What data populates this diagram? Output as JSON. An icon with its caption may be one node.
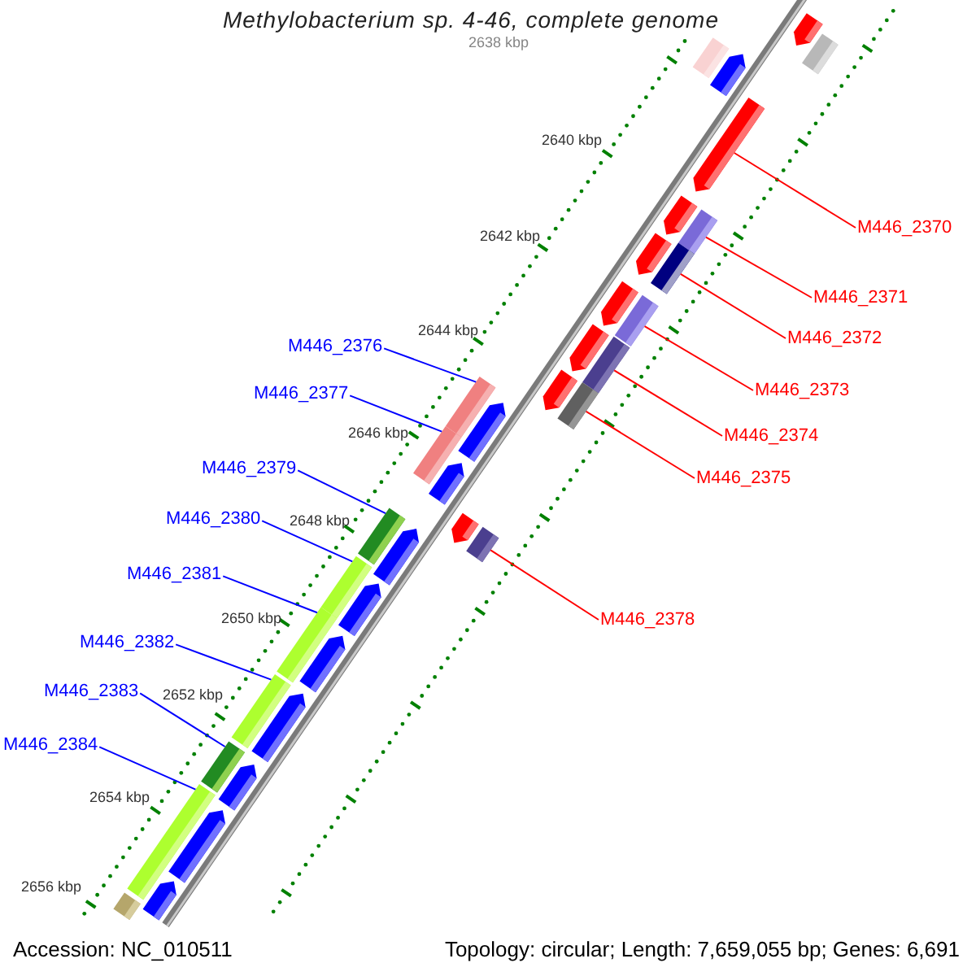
{
  "diagram": {
    "title": "Methylobacterium sp. 4-46, complete genome",
    "nodes": [
      {
        "text": [
          "M446_2370"
        ]
      },
      {
        "text": [
          "M446_2371"
        ]
      },
      {
        "text": [
          "M446_2372"
        ]
      },
      {
        "text": [
          "M446_2373"
        ]
      },
      {
        "text": [
          "M446_2374"
        ]
      },
      {
        "text": [
          "M446_2375"
        ]
      },
      {
        "text": [
          "M446_2376"
        ]
      },
      {
        "text": [
          "M446_2377"
        ]
      },
      {
        "text": [
          "M446_2378"
        ]
      },
      {
        "text": [
          "M446_2379"
        ]
      },
      {
        "text": [
          "M446_2380"
        ]
      },
      {
        "text": [
          "M446_2381"
        ]
      },
      {
        "text": [
          "M446_2382"
        ]
      },
      {
        "text": [
          "M446_2383"
        ]
      },
      {
        "text": [
          "M446_2384"
        ]
      },
      {
        "text": [],
        "shape": "arrow"
      },
      {
        "text": [],
        "shape": "box"
      },
      {
        "text": [],
        "shape": "box"
      },
      {
        "text": [],
        "shape": "box"
      },
      {
        "text": [],
        "shape": "box"
      },
      {
        "text": [],
        "shape": "box"
      },
      {
        "text": [],
        "shape": "box"
      },
      {
        "text": [],
        "shape": "box"
      },
      {
        "text": [],
        "shape": "box"
      },
      {
        "text": [],
        "shape": "box"
      },
      {
        "text": [],
        "shape": "box"
      },
      {
        "text": [],
        "shape": "box"
      },
      {
        "text": [],
        "shape": "box"
      },
      {
        "text": [],
        "shape": "box"
      },
      {
        "text": [],
        "shape": "box"
      }
    ],
    "edges": [
      {
        "from": 0,
        "to": 15,
        "arrow": "none",
        "color": "#ff0000"
      },
      {
        "from": 1,
        "to": 16,
        "arrow": "none",
        "color": "#ff0000"
      },
      {
        "from": 2,
        "to": 17,
        "arrow": "none",
        "color": "#ff0000"
      },
      {
        "from": 3,
        "to": 18,
        "arrow": "none",
        "color": "#ff0000"
      },
      {
        "from": 4,
        "to": 19,
        "arrow": "none",
        "color": "#ff0000"
      },
      {
        "from": 5,
        "to": 20,
        "arrow": "none",
        "color": "#ff0000"
      },
      {
        "from": 6,
        "to": 21,
        "arrow": "none"
      },
      {
        "from": 7,
        "to": 22,
        "arrow": "none"
      },
      {
        "from": 8,
        "to": 23,
        "arrow": "none",
        "color": "#ff0000"
      },
      {
        "from": 9,
        "to": 24,
        "arrow": "none"
      },
      {
        "from": 10,
        "to": 25,
        "arrow": "none"
      },
      {
        "from": 11,
        "to": 26,
        "arrow": "none"
      },
      {
        "from": 12,
        "to": 27,
        "arrow": "none"
      },
      {
        "from": 13,
        "to": 28,
        "arrow": "none"
      },
      {
        "from": 14,
        "to": 29,
        "arrow": "none"
      }
    ],
    "labels": [
      "2638 kbp",
      "2640 kbp",
      "2642 kbp",
      "2644 kbp",
      "2646 kbp",
      "2648 kbp",
      "2650 kbp",
      "2652 kbp",
      "2654 kbp",
      "2656 kbp",
      "Accession: NC_010511",
      "Topology: circular; Length: 7,659,055 bp; Genes: 6,691"
    ]
  }
}
